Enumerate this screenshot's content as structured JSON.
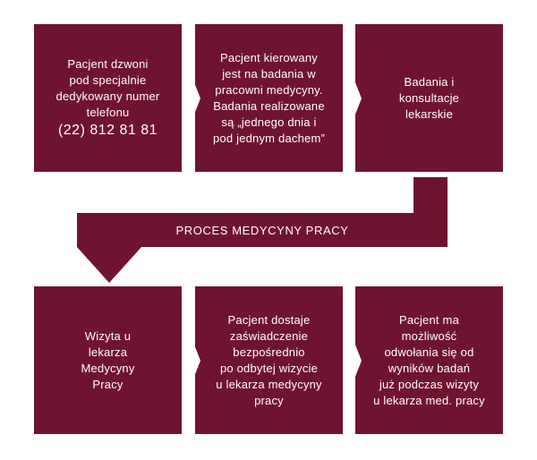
{
  "colors": {
    "box": "#6e1430",
    "arrow": "#ffffff",
    "text": "#ffffff",
    "background": "#ffffff"
  },
  "banner": {
    "label": "PROCES MEDYCYNY PRACY"
  },
  "steps_top": [
    {
      "lines": [
        "Pacjent dzwoni",
        "pod specjalnie",
        "dedykowany numer",
        "telefonu"
      ],
      "phone": "(22) 812 81 81"
    },
    {
      "lines": [
        "Pacjent kierowany",
        "jest na badania w",
        "pracowni medycyny.",
        "Badania realizowane",
        "są „jednego dnia i",
        "pod jednym dachem”"
      ]
    },
    {
      "lines": [
        "Badania i",
        "konsultacje",
        "lekarskie"
      ]
    }
  ],
  "steps_bottom": [
    {
      "lines": [
        "Wizyta u",
        "lekarza",
        "Medycyny",
        "Pracy"
      ]
    },
    {
      "lines": [
        "Pacjent dostaje",
        "zaświadczenie",
        "bezpośrednio",
        "po odbytej wizycie",
        "u lekarza medycyny",
        "pracy"
      ]
    },
    {
      "lines": [
        "Pacjent ma",
        "możliwość",
        "odwołania się od",
        "wyników badań",
        "już podczas wizyty",
        "u lekarza med. pracy"
      ]
    }
  ]
}
